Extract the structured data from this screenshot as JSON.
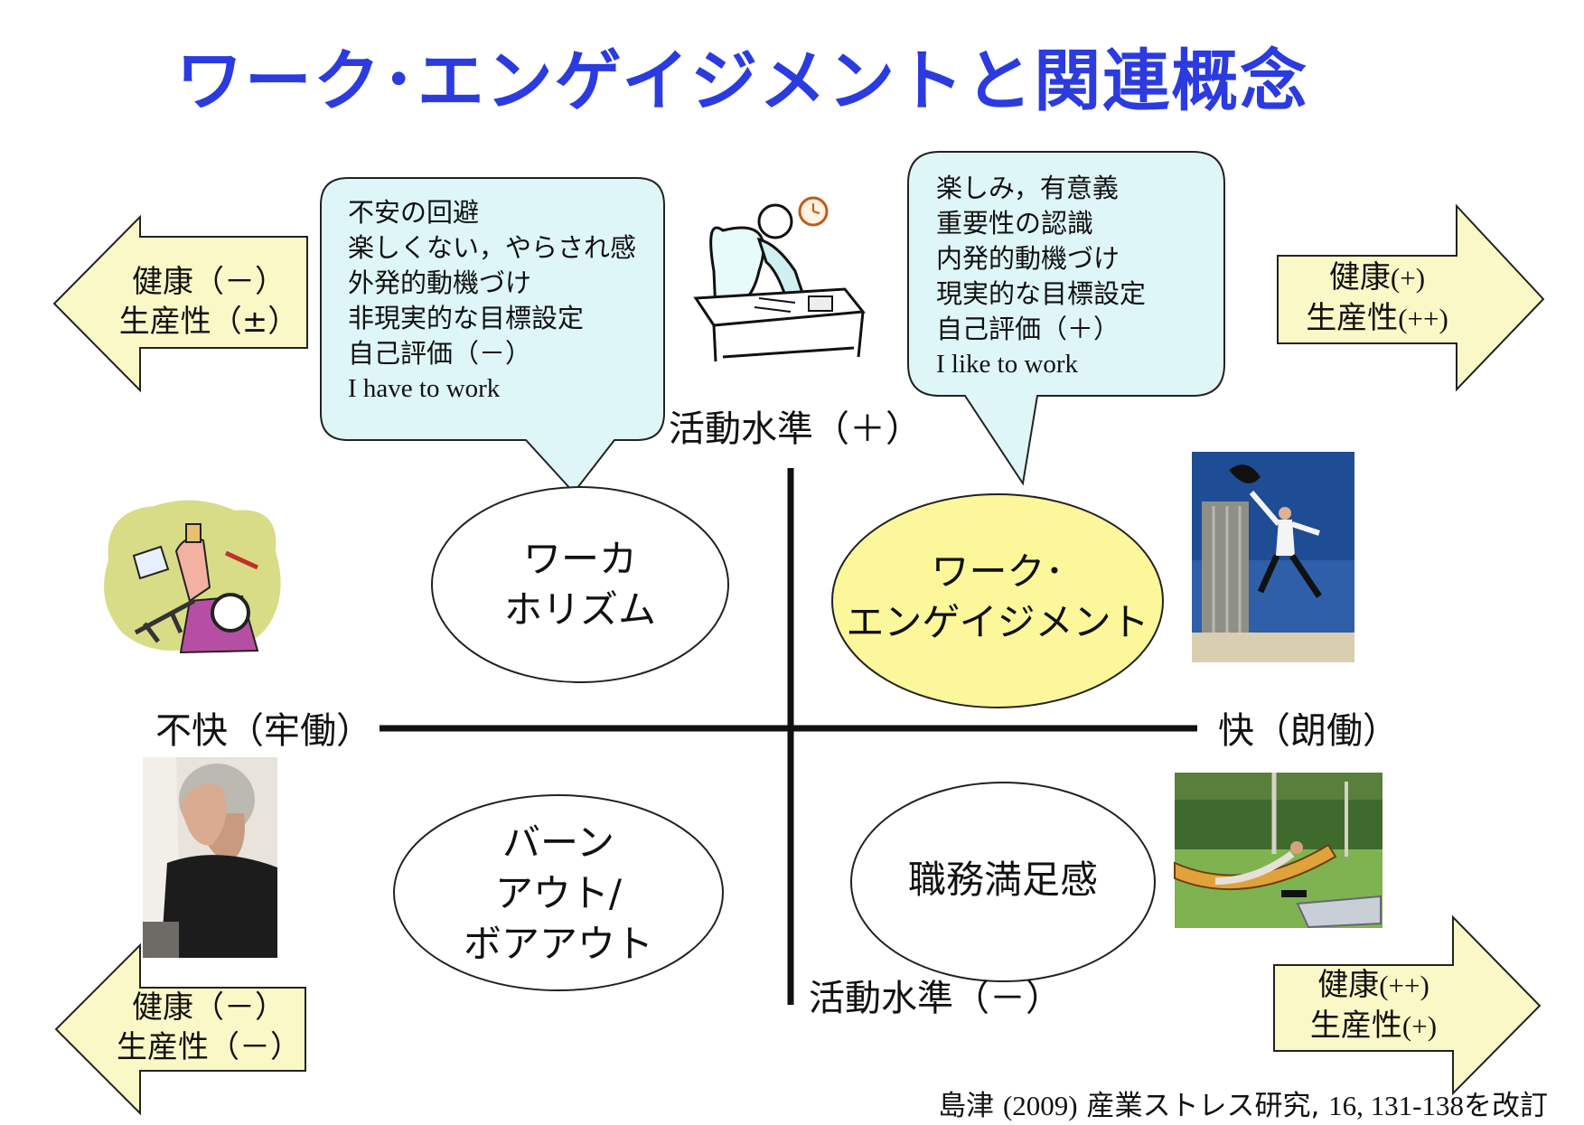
{
  "title": "ワーク･エンゲイジメントと関連概念",
  "axes": {
    "top": "活動水準（＋）",
    "bottom": "活動水準（－）",
    "left": "不快（牢働）",
    "right": "快（朗働）"
  },
  "quadrants": {
    "top_left": "ワーカ\nホリズム",
    "top_right": "ワーク･\nエンゲイジメント",
    "bottom_left": "バーン\nアウト/\nボアアウト",
    "bottom_right": "職務満足感"
  },
  "bubbles": {
    "left": {
      "lines": [
        "不安の回避",
        "楽しくない，やらされ感",
        "外発的動機づけ",
        "非現実的な目標設定",
        "自己評価（－）"
      ],
      "english": "I have to work"
    },
    "right": {
      "lines": [
        "楽しみ，有意義",
        "重要性の認識",
        "内発的動機づけ",
        "現実的な目標設定",
        "自己評価（＋）"
      ],
      "english": "I like to work"
    }
  },
  "arrows": {
    "top_left": {
      "health": "健康（－）",
      "productivity": "生産性（±）"
    },
    "top_right": {
      "health": "健康",
      "health_sign": "(+)",
      "productivity": "生産性",
      "productivity_sign": "(++)"
    },
    "bottom_left": {
      "health": "健康（－）",
      "productivity": "生産性（－）"
    },
    "bottom_right": {
      "health": "健康",
      "health_sign": "(++)",
      "productivity": "生産性",
      "productivity_sign": "(+)"
    }
  },
  "citation": {
    "author": "島津",
    "year": "(2009)",
    "journal": "産業ストレス研究,",
    "volume": "16, 131-138",
    "suffix": "を改訂"
  },
  "colors": {
    "title": "#2b3be0",
    "bubble_fill": "#dff6f8",
    "arrow_fill": "#fbf8c8",
    "engagement_fill": "#fbf79a"
  },
  "icons": [
    "office-worker-icon",
    "stress-collage-icon",
    "jumping-man-photo",
    "stressed-man-photo",
    "hammock-photo"
  ]
}
